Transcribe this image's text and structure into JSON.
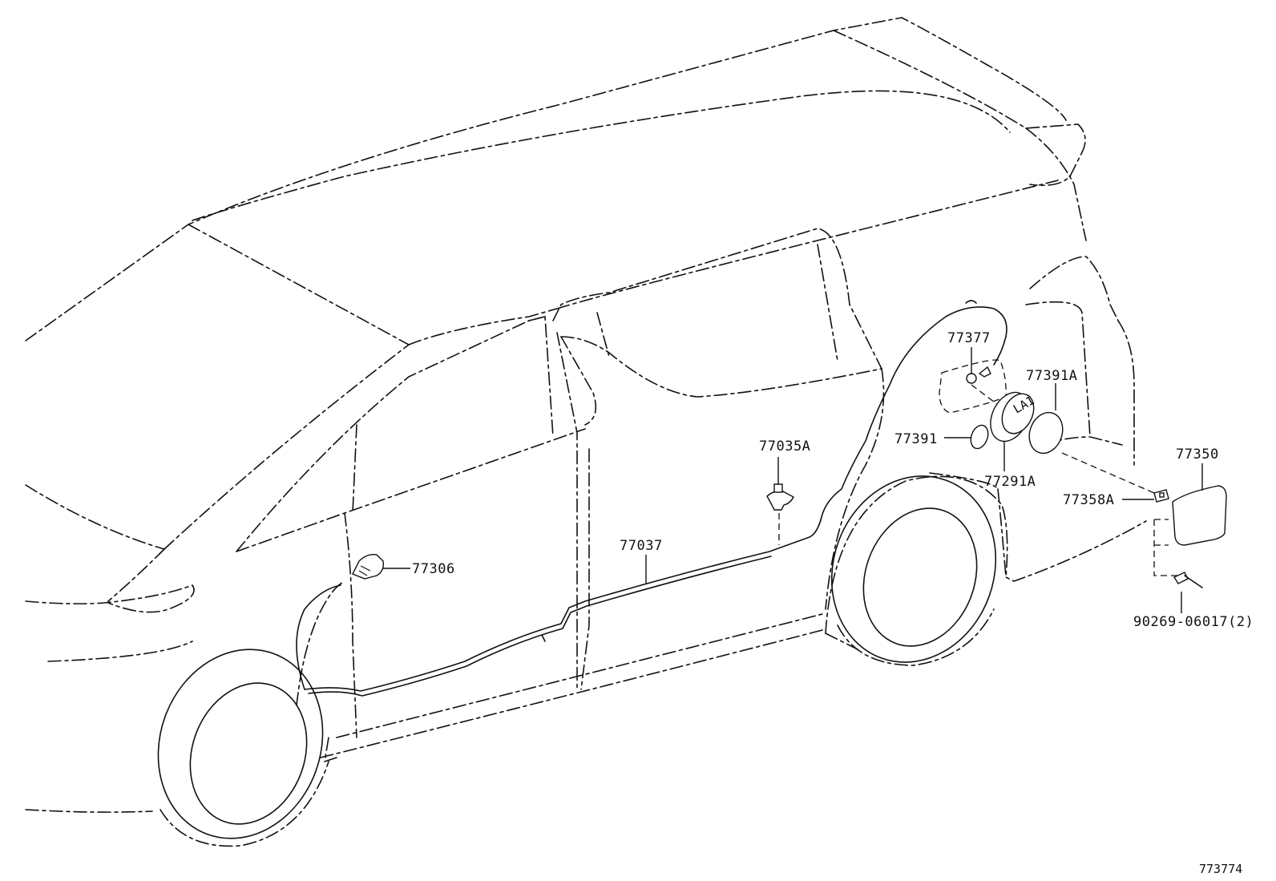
{
  "labels": {
    "p77377": "77377",
    "p77391A": "77391A",
    "p77391": "77391",
    "p77035A": "77035A",
    "p77350": "77350",
    "p77291A": "77291A",
    "p77358A": "77358A",
    "p77037": "77037",
    "p77306": "77306",
    "p90269": "90269-06017(2)"
  },
  "diagram_id": "773774"
}
